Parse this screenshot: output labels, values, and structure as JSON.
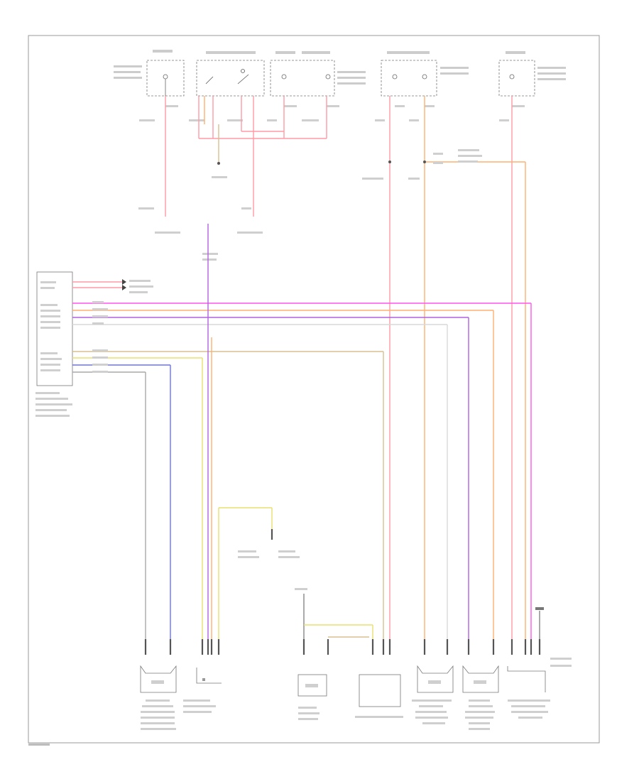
{
  "diagram": {
    "page_id": "",
    "wire_colors": {
      "red": "#ff9aa6",
      "pink": "#ff55ee",
      "orange": "#ffb070",
      "purple": "#b060e0",
      "yellow": "#e8e070",
      "tan": "#d8c090",
      "blue": "#6a70ff",
      "gray": "#a8a8a8",
      "dark": "#606060"
    },
    "components": [
      {
        "id": "fuse-top-1",
        "label": "",
        "kind": "fuse-box"
      },
      {
        "id": "relay-top-2",
        "label": "",
        "kind": "relay"
      },
      {
        "id": "fuse-top-3",
        "label": "",
        "kind": "fuse-box"
      },
      {
        "id": "fuse-top-4",
        "label": "",
        "kind": "fuse-box"
      },
      {
        "id": "fuse-top-5",
        "label": "",
        "kind": "fuse-box"
      },
      {
        "id": "control-module",
        "label": "",
        "kind": "module"
      },
      {
        "id": "sensor-1",
        "label": "",
        "kind": "sensor"
      },
      {
        "id": "sensor-2",
        "label": "",
        "kind": "sensor"
      },
      {
        "id": "sensor-3",
        "label": "",
        "kind": "sensor"
      },
      {
        "id": "module-4",
        "label": "",
        "kind": "module"
      },
      {
        "id": "sensor-5",
        "label": "",
        "kind": "sensor"
      },
      {
        "id": "sensor-6",
        "label": "",
        "kind": "sensor"
      },
      {
        "id": "pump-7",
        "label": "",
        "kind": "pump"
      }
    ]
  }
}
